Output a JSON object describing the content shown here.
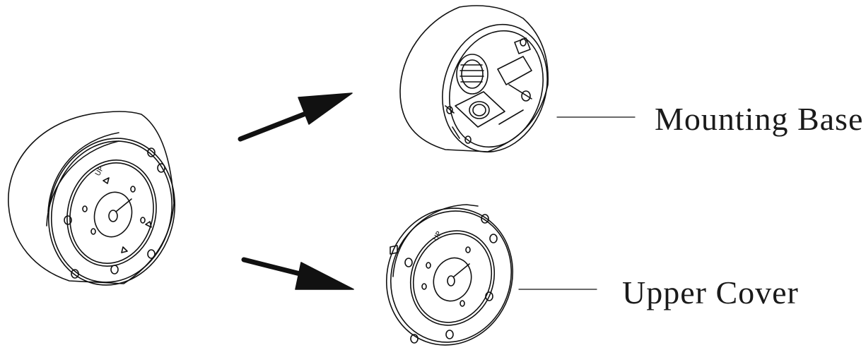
{
  "labels": {
    "mounting_base": "Mounting Base",
    "upper_cover": "Upper Cover"
  },
  "stamps": {
    "up": "UP"
  },
  "colors": {
    "ink": "#111111",
    "background": "#ffffff"
  },
  "icons": {
    "arrow_upper": "arrow-icon",
    "arrow_lower": "arrow-icon"
  }
}
